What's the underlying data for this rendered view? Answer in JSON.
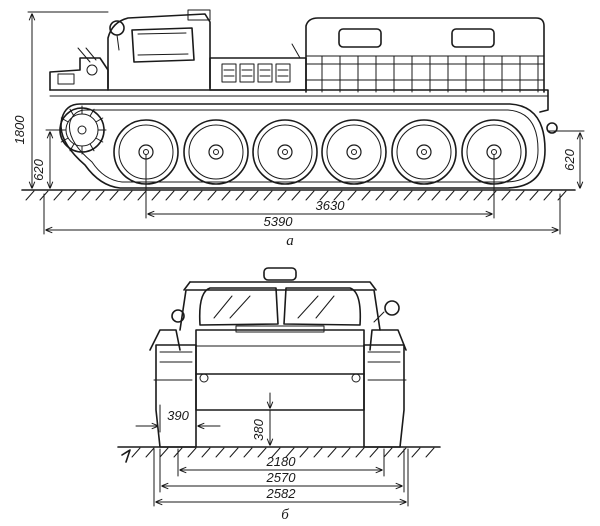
{
  "side_view": {
    "caption": "а",
    "dimensions": {
      "overall_height": "1800",
      "front_clearance_height": "620",
      "rear_clearance_height": "620",
      "track_contact_length": "3630",
      "overall_length": "5390"
    }
  },
  "front_view": {
    "caption": "б",
    "dimensions": {
      "track_width": "390",
      "ground_clearance": "380",
      "track_gauge_inner": "2180",
      "track_gauge_outer": "2570",
      "overall_width": "2582"
    }
  },
  "colors": {
    "ink": "#1a1a1a",
    "paper": "#ffffff"
  }
}
